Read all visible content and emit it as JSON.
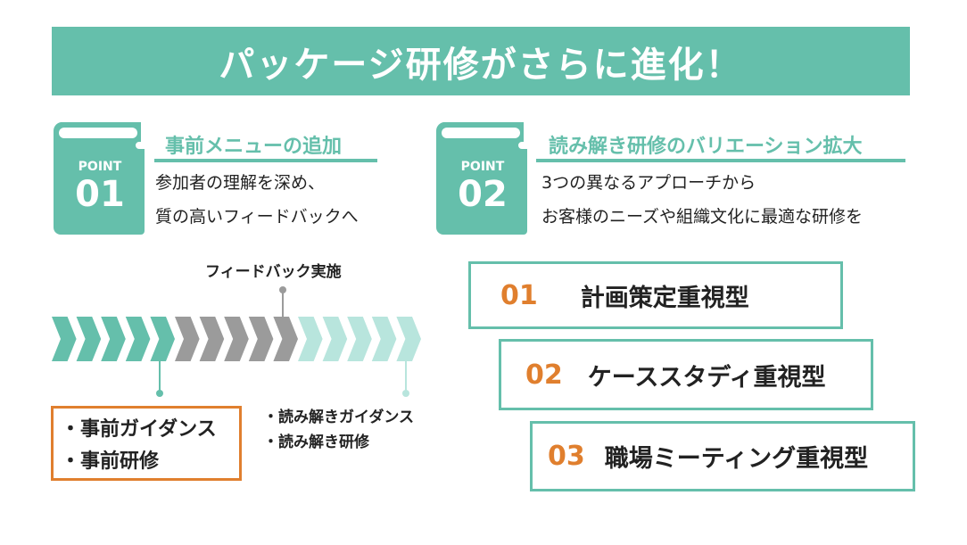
{
  "title": "パッケージ研修がさらに進化！",
  "colors": {
    "teal": "#65bfab",
    "light_teal": "#b8e5dd",
    "gray": "#9b9b9b",
    "orange": "#e07f2e"
  },
  "points": [
    {
      "badge": "POINT",
      "number": "01",
      "heading": "事前メニューの追加",
      "lines": [
        "参加者の理解を深め、",
        "質の高いフィードバックへ"
      ]
    },
    {
      "badge": "POINT",
      "number": "02",
      "heading": "読み解き研修のバリエーション拡大",
      "lines": [
        "3つの異なるアプローチから",
        "お客様のニーズや組織文化に最適な研修を"
      ]
    }
  ],
  "timeline": {
    "feedback_label": "フィードバック実施",
    "pre_items": [
      "・事前ガイダンス",
      "・事前研修"
    ],
    "post_items": [
      "・読み解きガイダンス",
      "・読み解き研修"
    ]
  },
  "variations": [
    {
      "number": "01",
      "label": "計画策定重視型"
    },
    {
      "number": "02",
      "label": "ケーススタディ重視型"
    },
    {
      "number": "03",
      "label": "職場ミーティング重視型"
    }
  ]
}
